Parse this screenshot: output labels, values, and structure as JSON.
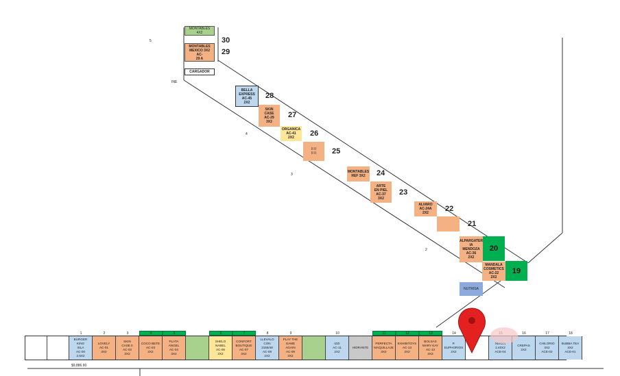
{
  "upper_labels": {
    "montables_4x2": "MONTABLES 4X2",
    "montables_mexico": "MONTABLES\nMEXICO 3X2 AC-\n29 A",
    "cargador": "CARGADOR",
    "n30": "30",
    "n29": "29",
    "left5": "5",
    "ine": "INE",
    "left4": "4",
    "left3": "3",
    "left2": "2"
  },
  "diagonal_booths": [
    {
      "num": "28",
      "text": "BELLA\nEXPRESS\nAC-45\n2X2"
    },
    {
      "num": "27",
      "text": "SKIN\nCASE\nAC-29\n3X2"
    },
    {
      "num": "26",
      "text": "ORGANICA\nAC-41\n2X2"
    },
    {
      "num": "25",
      "text": "II II\nII II"
    },
    {
      "num": "24",
      "text": "MONTABLES\nREF 3X2"
    },
    {
      "num": "23",
      "text": "ARTE\nEN PIEL\nAC-37\n3X2"
    },
    {
      "num": "22",
      "text": "ALVARO\nAC-24A\n2X2"
    },
    {
      "num": "21",
      "text": ""
    },
    {
      "num": "20",
      "text": "ALPARGATER\nIA\nMENDOZA\nAC-36\n2X2"
    },
    {
      "num": "19",
      "text": "MANDALA\nCOSMETICS\nAC-22\n2X2"
    }
  ],
  "nutrisa": "NUTRISA",
  "bottom_row": {
    "cells": [
      {
        "n": "",
        "text": ""
      },
      {
        "n": "",
        "text": ""
      },
      {
        "n": "1",
        "text": "BURGER\nKING\nISLA\nAC-00\n2.5X2"
      },
      {
        "n": "2",
        "text": "LOVELY\nAC-01\n3X2"
      },
      {
        "n": "3",
        "text": "SKIN\nCASE II\nAC-02\n3X3"
      },
      {
        "n": "4",
        "text": "COCO BETE\nAC-03\n2X2"
      },
      {
        "n": "5",
        "text": "PLATA\nANGEL\nAC-04\n3X2"
      },
      {
        "n": "",
        "text": ""
      },
      {
        "n": "6",
        "text": "SHELO\nNABEL\nAC-06\n2X2"
      },
      {
        "n": "7",
        "text": "CONFORT\nBOUTIQUE\nAC-07\n3X2"
      },
      {
        "n": "8",
        "text": "LLEVALO\nCON\n2155/48\nAC-08\n2X2"
      },
      {
        "n": "9",
        "text": "PLAY THE\nGAME\nAGAIN\nAC-09\n3X2"
      },
      {
        "n": "",
        "text": ""
      },
      {
        "n": "10",
        "text": "IZZI\nAC-11\n2X2"
      },
      {
        "n": "",
        "text": "HIDRANTE"
      },
      {
        "n": "11",
        "text": "PERFECTA\nMAQUILLAJE\n3X2"
      },
      {
        "n": "12",
        "text": "EXHIBITOYS\nAC-13\n3X2"
      },
      {
        "n": "13",
        "text": "BOLSAS\nMARY KAY\nAC-13\n3X3"
      },
      {
        "n": "14",
        "text": "P. EUPHORIOS\n2X2"
      },
      {
        "n": "",
        "text": ""
      },
      {
        "n": "15",
        "text": "XEKEN\n2.40X2\nACE-04"
      },
      {
        "n": "16",
        "text": "CREPAS\n2X2"
      },
      {
        "n": "17",
        "text": "CHILORIO\n3X2\nACE-02"
      },
      {
        "n": "18",
        "text": "BUBBA TEA\n3X2\nACE-01"
      }
    ],
    "price": "$9,886.90"
  }
}
